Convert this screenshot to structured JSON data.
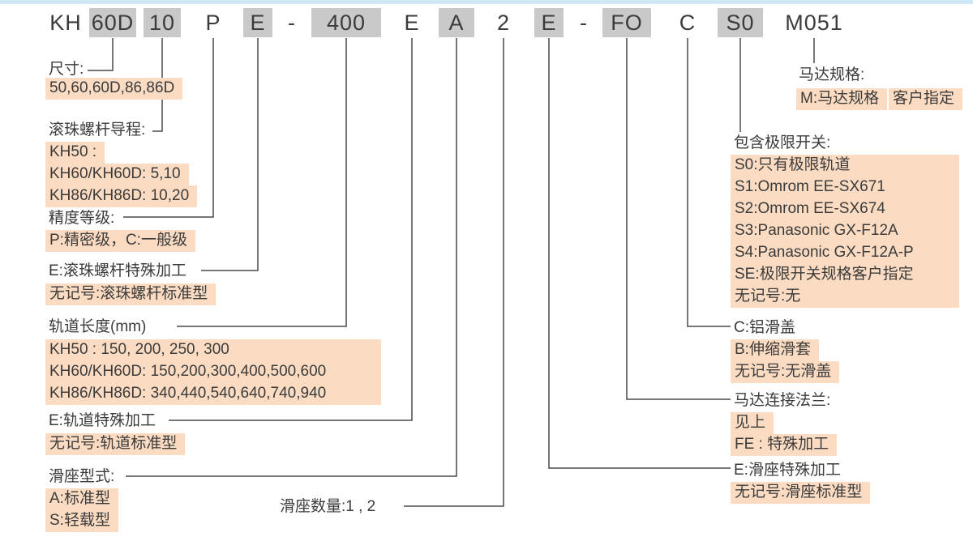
{
  "colors": {
    "text": "#3b3b3b",
    "code_highlight": "#c9c9c9",
    "item_highlight": "#fbdcc3",
    "line": "#4a4a4a",
    "top_bar": "#cfe8f6"
  },
  "model_code": {
    "segments": [
      {
        "text": "KH",
        "highlighted": false
      },
      {
        "text": "60D",
        "highlighted": true
      },
      {
        "text": "10",
        "highlighted": true
      },
      {
        "text": "P",
        "highlighted": false
      },
      {
        "text": "E",
        "highlighted": true
      },
      {
        "text": "-",
        "highlighted": false
      },
      {
        "text": "400",
        "highlighted": true
      },
      {
        "text": "E",
        "highlighted": false
      },
      {
        "text": "A",
        "highlighted": true
      },
      {
        "text": "2",
        "highlighted": false
      },
      {
        "text": "E",
        "highlighted": true
      },
      {
        "text": "-",
        "highlighted": false
      },
      {
        "text": "FO",
        "highlighted": true
      },
      {
        "text": "C",
        "highlighted": false
      },
      {
        "text": "S0",
        "highlighted": true
      },
      {
        "text": "M051",
        "highlighted": false
      }
    ]
  },
  "anno": {
    "size": {
      "title": "尺寸:",
      "items": [
        "50,60,60D,86,86D"
      ]
    },
    "lead": {
      "title": "滚珠螺杆导程:",
      "items": [
        "KH50 :",
        "KH60/KH60D: 5,10",
        "KH86/KH86D: 10,20"
      ]
    },
    "accuracy": {
      "title": "精度等级:",
      "items": [
        "P:精密级，C:一般级"
      ]
    },
    "screw_special": {
      "title": "E:滚珠螺杆特殊加工",
      "items": [
        "无记号:滚珠螺杆标准型"
      ]
    },
    "rail_length": {
      "title": "轨道长度(mm)",
      "items": [
        "KH50 : 150, 200, 250, 300",
        "KH60/KH60D: 150,200,300,400,500,600",
        "KH86/KH86D: 340,440,540,640,740,940"
      ]
    },
    "rail_special": {
      "title": "E:轨道特殊加工",
      "items": [
        "无记号:轨道标准型"
      ]
    },
    "slider_type": {
      "title": "滑座型式:",
      "items": [
        "A:标准型",
        "S:轻载型"
      ]
    },
    "slider_qty": {
      "title": "滑座数量:1 , 2"
    },
    "motor_spec": {
      "title": "马达规格:",
      "items": [
        "M:马达规格",
        "客户指定"
      ]
    },
    "limit_switch": {
      "title": "包含极限开关:",
      "items": [
        "S0:只有极限轨道",
        "S1:Omrom EE-SX671",
        "S2:Omrom EE-SX674",
        "S3:Panasonic GX-F12A",
        "S4:Panasonic GX-F12A-P",
        "SE:极限开关规格客户指定",
        "无记号:无"
      ]
    },
    "cover": {
      "title": "C:铝滑盖",
      "items": [
        "B:伸缩滑套",
        "无记号:无滑盖"
      ]
    },
    "flange": {
      "title": "马达连接法兰:",
      "items": [
        "见上",
        "FE : 特殊加工"
      ]
    },
    "slider_special": {
      "title": "E:滑座特殊加工",
      "items": [
        "无记号:滑座标准型"
      ]
    }
  }
}
